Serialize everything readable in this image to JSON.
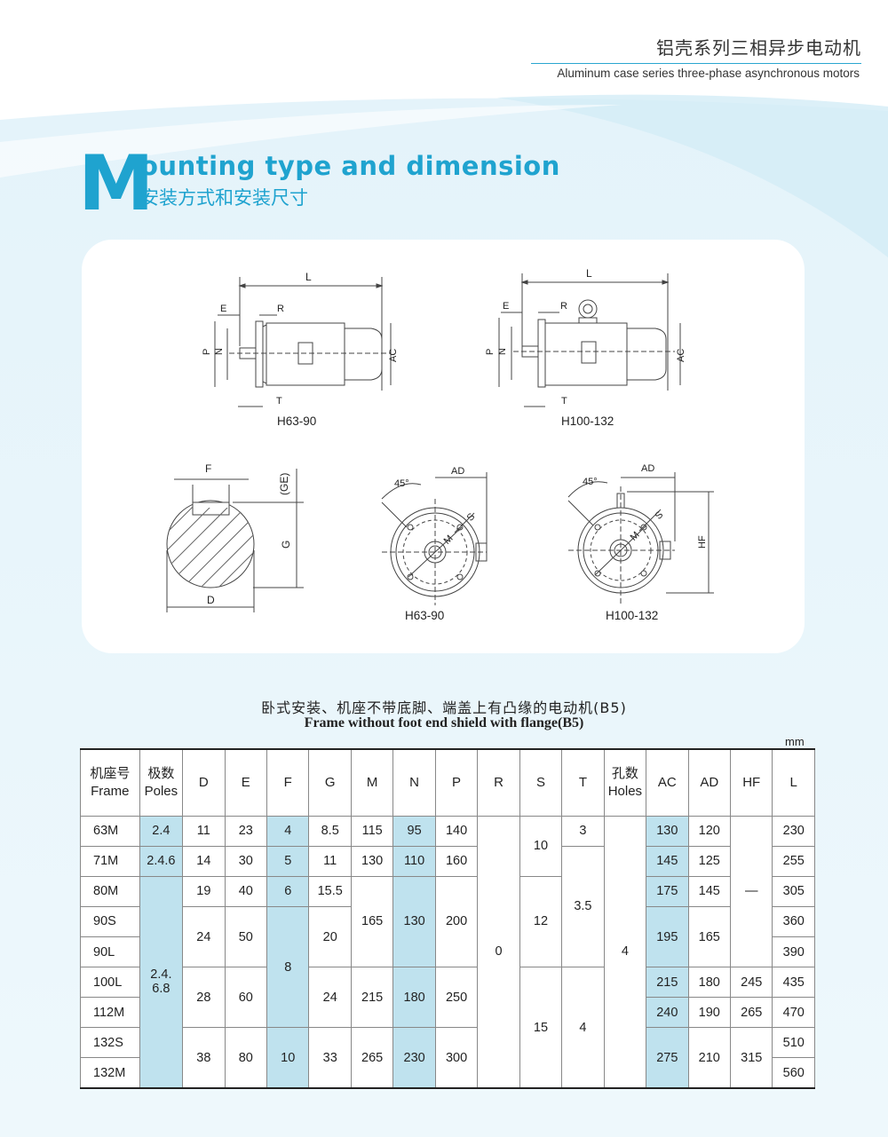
{
  "header": {
    "title_cn": "铝壳系列三相异步电动机",
    "title_en": "Aluminum case series three-phase asynchronous motors"
  },
  "section": {
    "initial": "M",
    "title_en_rest": "ounting type and dimension",
    "title_cn": "安装方式和安装尺寸"
  },
  "colors": {
    "accent": "#1fa3cf",
    "highlight": "#bfe2ee"
  },
  "drawings": {
    "side_view_labels": [
      "L",
      "E",
      "R",
      "P",
      "N",
      "AC",
      "T"
    ],
    "front_view_labels": [
      "45°",
      "AD",
      "S",
      "M",
      "HF"
    ],
    "shaft_labels": [
      "F",
      "(GE)",
      "G",
      "D"
    ],
    "captions": [
      "H63-90",
      "H100-132",
      "H63-90",
      "H100-132"
    ]
  },
  "table": {
    "title_cn": "卧式安装、机座不带底脚、端盖上有凸缘的电动机(B5)",
    "title_en": "Frame without foot end shield with flange(B5)",
    "unit": "mm",
    "headers": {
      "frame_cn": "机座号",
      "frame_en": "Frame",
      "poles_cn": "极数",
      "poles_en": "Poles",
      "holes_cn": "孔数",
      "holes_en": "Holes",
      "cols": [
        "D",
        "E",
        "F",
        "G",
        "M",
        "N",
        "P",
        "R",
        "S",
        "T",
        "AC",
        "AD",
        "HF",
        "L"
      ]
    },
    "frames": [
      "63M",
      "71M",
      "80M",
      "90S",
      "90L",
      "100L",
      "112M",
      "132S",
      "132M"
    ],
    "poles": [
      "2.4",
      "2.4.6",
      "2.4.\n6.8"
    ],
    "D": [
      "11",
      "14",
      "19",
      "24",
      "28",
      "38"
    ],
    "E": [
      "23",
      "30",
      "40",
      "50",
      "60",
      "80"
    ],
    "F": [
      "4",
      "5",
      "6",
      "8",
      "10"
    ],
    "G": [
      "8.5",
      "11",
      "15.5",
      "20",
      "24",
      "33"
    ],
    "M": [
      "115",
      "130",
      "165",
      "215",
      "265"
    ],
    "N": [
      "95",
      "110",
      "130",
      "180",
      "230"
    ],
    "P": [
      "140",
      "160",
      "200",
      "250",
      "300"
    ],
    "R": [
      "0"
    ],
    "S": [
      "10",
      "12",
      "15"
    ],
    "T": [
      "3",
      "3.5",
      "4"
    ],
    "holes": [
      "4"
    ],
    "AC": [
      "130",
      "145",
      "175",
      "195",
      "215",
      "240",
      "275"
    ],
    "AD": [
      "120",
      "125",
      "145",
      "165",
      "180",
      "190",
      "210"
    ],
    "HF": [
      "—",
      "245",
      "265",
      "315"
    ],
    "L": [
      "230",
      "255",
      "305",
      "360",
      "390",
      "435",
      "470",
      "510",
      "560"
    ]
  }
}
